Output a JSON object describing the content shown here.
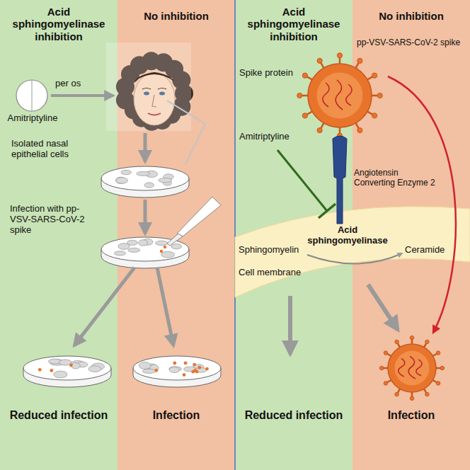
{
  "diagram": {
    "nodes": [
      {
        "text": [
          "Acid sphingomyelinase inhibition"
        ]
      },
      {
        "text": [
          "No inhibition"
        ]
      },
      {
        "text": [
          "Acid sphingomyelinase inhibition"
        ]
      },
      {
        "text": [
          "No inhibition"
        ]
      }
    ],
    "labels": [
      "per os",
      "Amitriptyline",
      "Isolated nasal epithelial cells",
      "Infection with pp-VSV-SARS-CoV-2 spike",
      "Reduced infection",
      "Infection",
      "pp-VSV-SARS-CoV-2 spike",
      "Spike protein",
      "Amitriptyline",
      "Angiotensin Converting Enzyme 2",
      "Acid sphingomyelinase",
      "Sphingomyelin",
      "Ceramide",
      "Cell membrane",
      "Reduced infection",
      "Infection"
    ]
  }
}
